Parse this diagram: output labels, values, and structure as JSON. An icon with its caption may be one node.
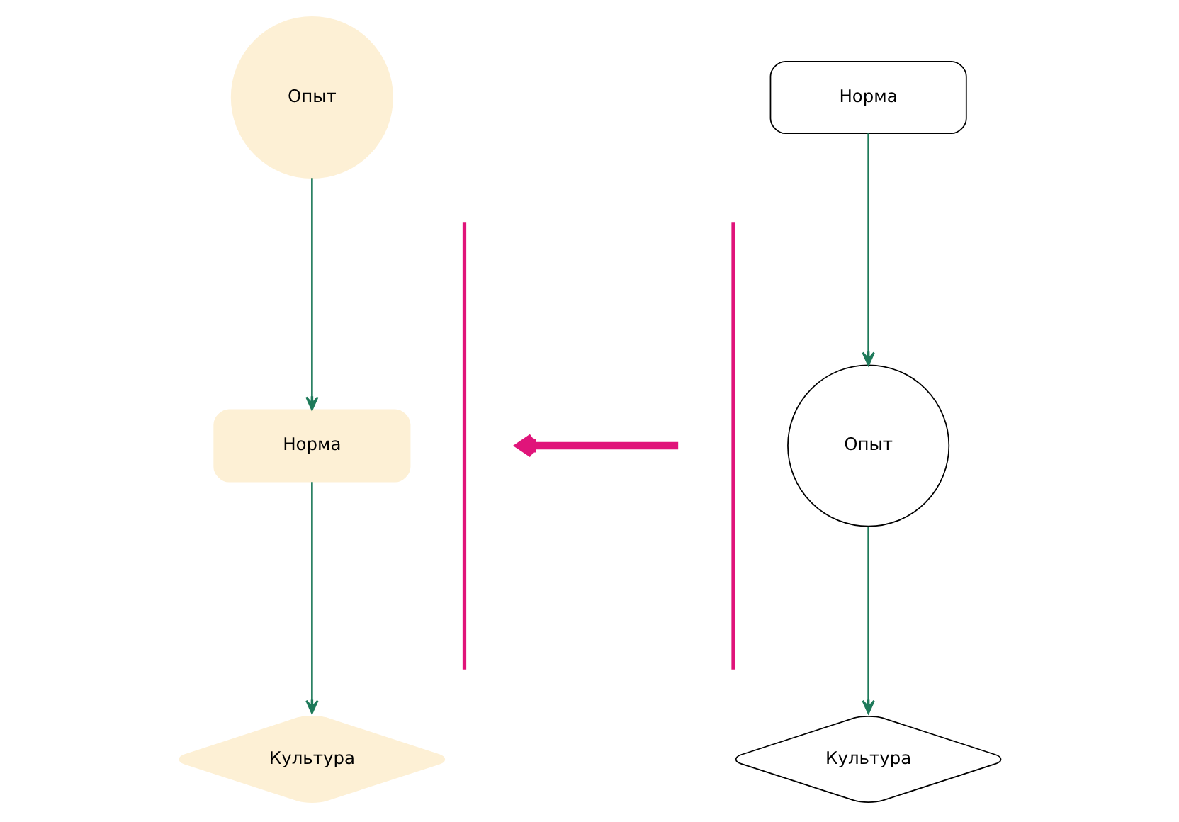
{
  "diagram": {
    "nodes": [
      {
        "text": [
          "Опыт"
        ]
      },
      {
        "text": [
          "Норма"
        ]
      },
      {
        "text": [
          "Культура"
        ]
      },
      {
        "text": [
          "Норма"
        ]
      },
      {
        "text": [
          "Опыт"
        ]
      },
      {
        "text": [
          "Культура"
        ]
      }
    ],
    "edges": [
      {
        "from": 0,
        "to": 1,
        "arrow": "to"
      },
      {
        "from": 1,
        "to": 2,
        "arrow": "to"
      },
      {
        "from": 3,
        "to": 4,
        "arrow": "to"
      },
      {
        "from": 4,
        "to": 5,
        "arrow": "to"
      }
    ]
  }
}
